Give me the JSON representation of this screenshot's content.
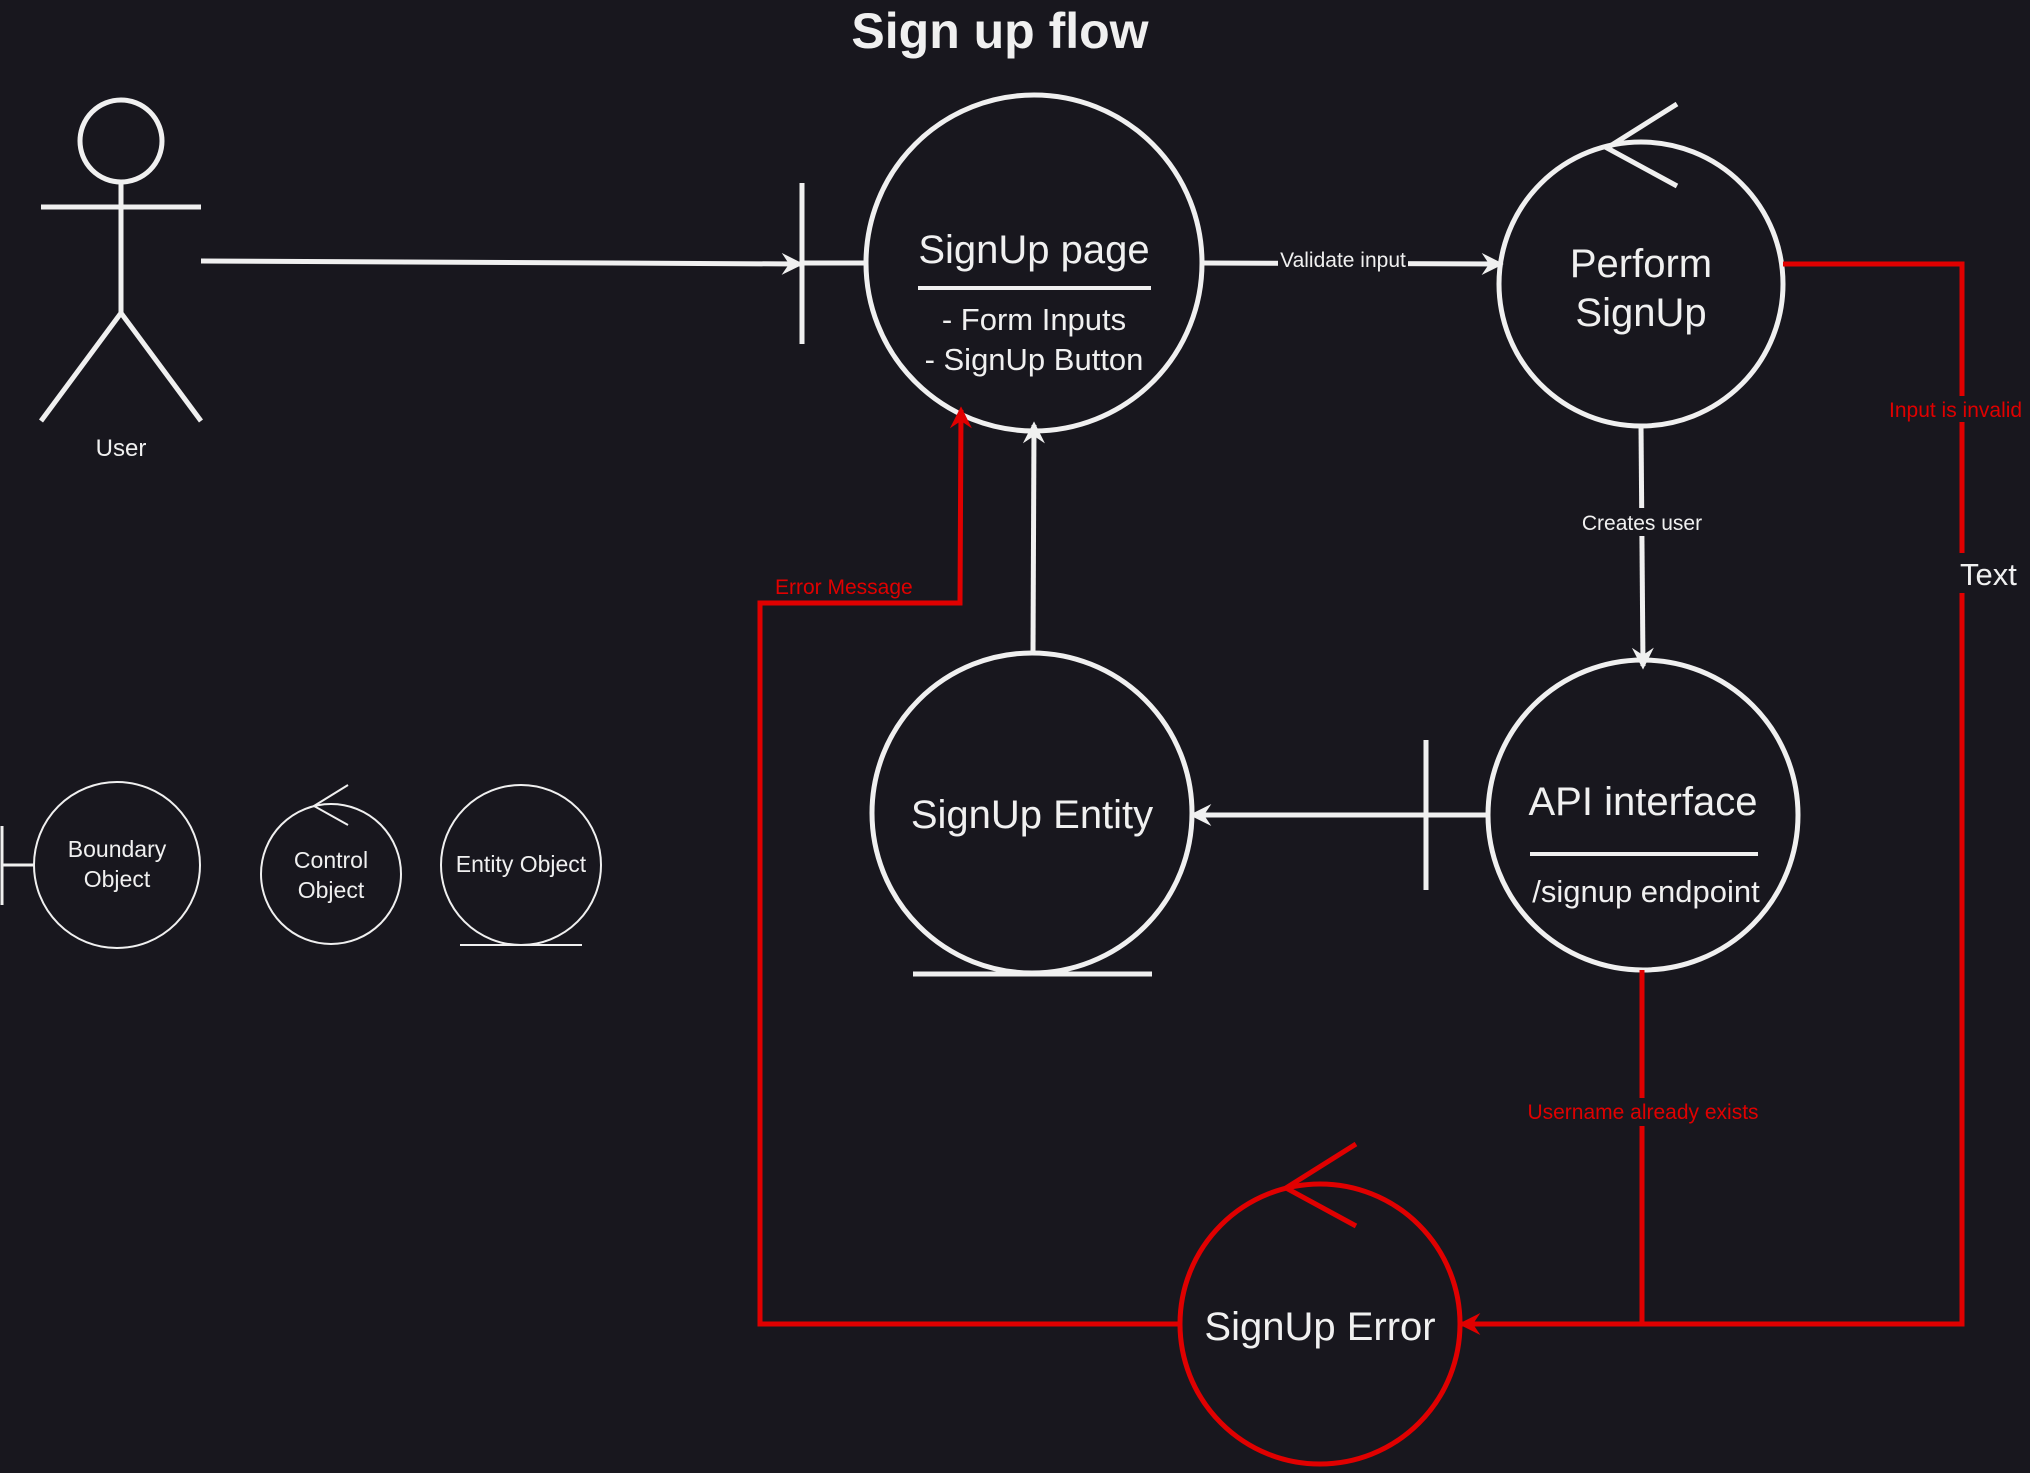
{
  "colors": {
    "background": "#18171e",
    "stroke": "#f0f0f0",
    "error": "#e00000"
  },
  "title": "Sign up flow",
  "actor": {
    "label": "User"
  },
  "nodes": {
    "signup_page": {
      "title": "SignUp page",
      "line1": "- Form Inputs",
      "line2": "- SignUp Button"
    },
    "perform_signup": {
      "line1": "Perform",
      "line2": "SignUp"
    },
    "api_interface": {
      "title": "API interface",
      "subtitle": "/signup endpoint"
    },
    "signup_entity": {
      "label": "SignUp Entity"
    },
    "signup_error": {
      "label": "SignUp Error"
    }
  },
  "edges": {
    "validate_input": "Validate input",
    "creates_user": "Creates user",
    "input_invalid": "Input is invalid",
    "username_exists": "Username already exists",
    "error_message": "Error Message",
    "stray_text": "Text"
  },
  "legend": {
    "boundary": {
      "line1": "Boundary",
      "line2": "Object"
    },
    "control": {
      "line1": "Control",
      "line2": "Object"
    },
    "entity": {
      "label": "Entity Object"
    }
  }
}
